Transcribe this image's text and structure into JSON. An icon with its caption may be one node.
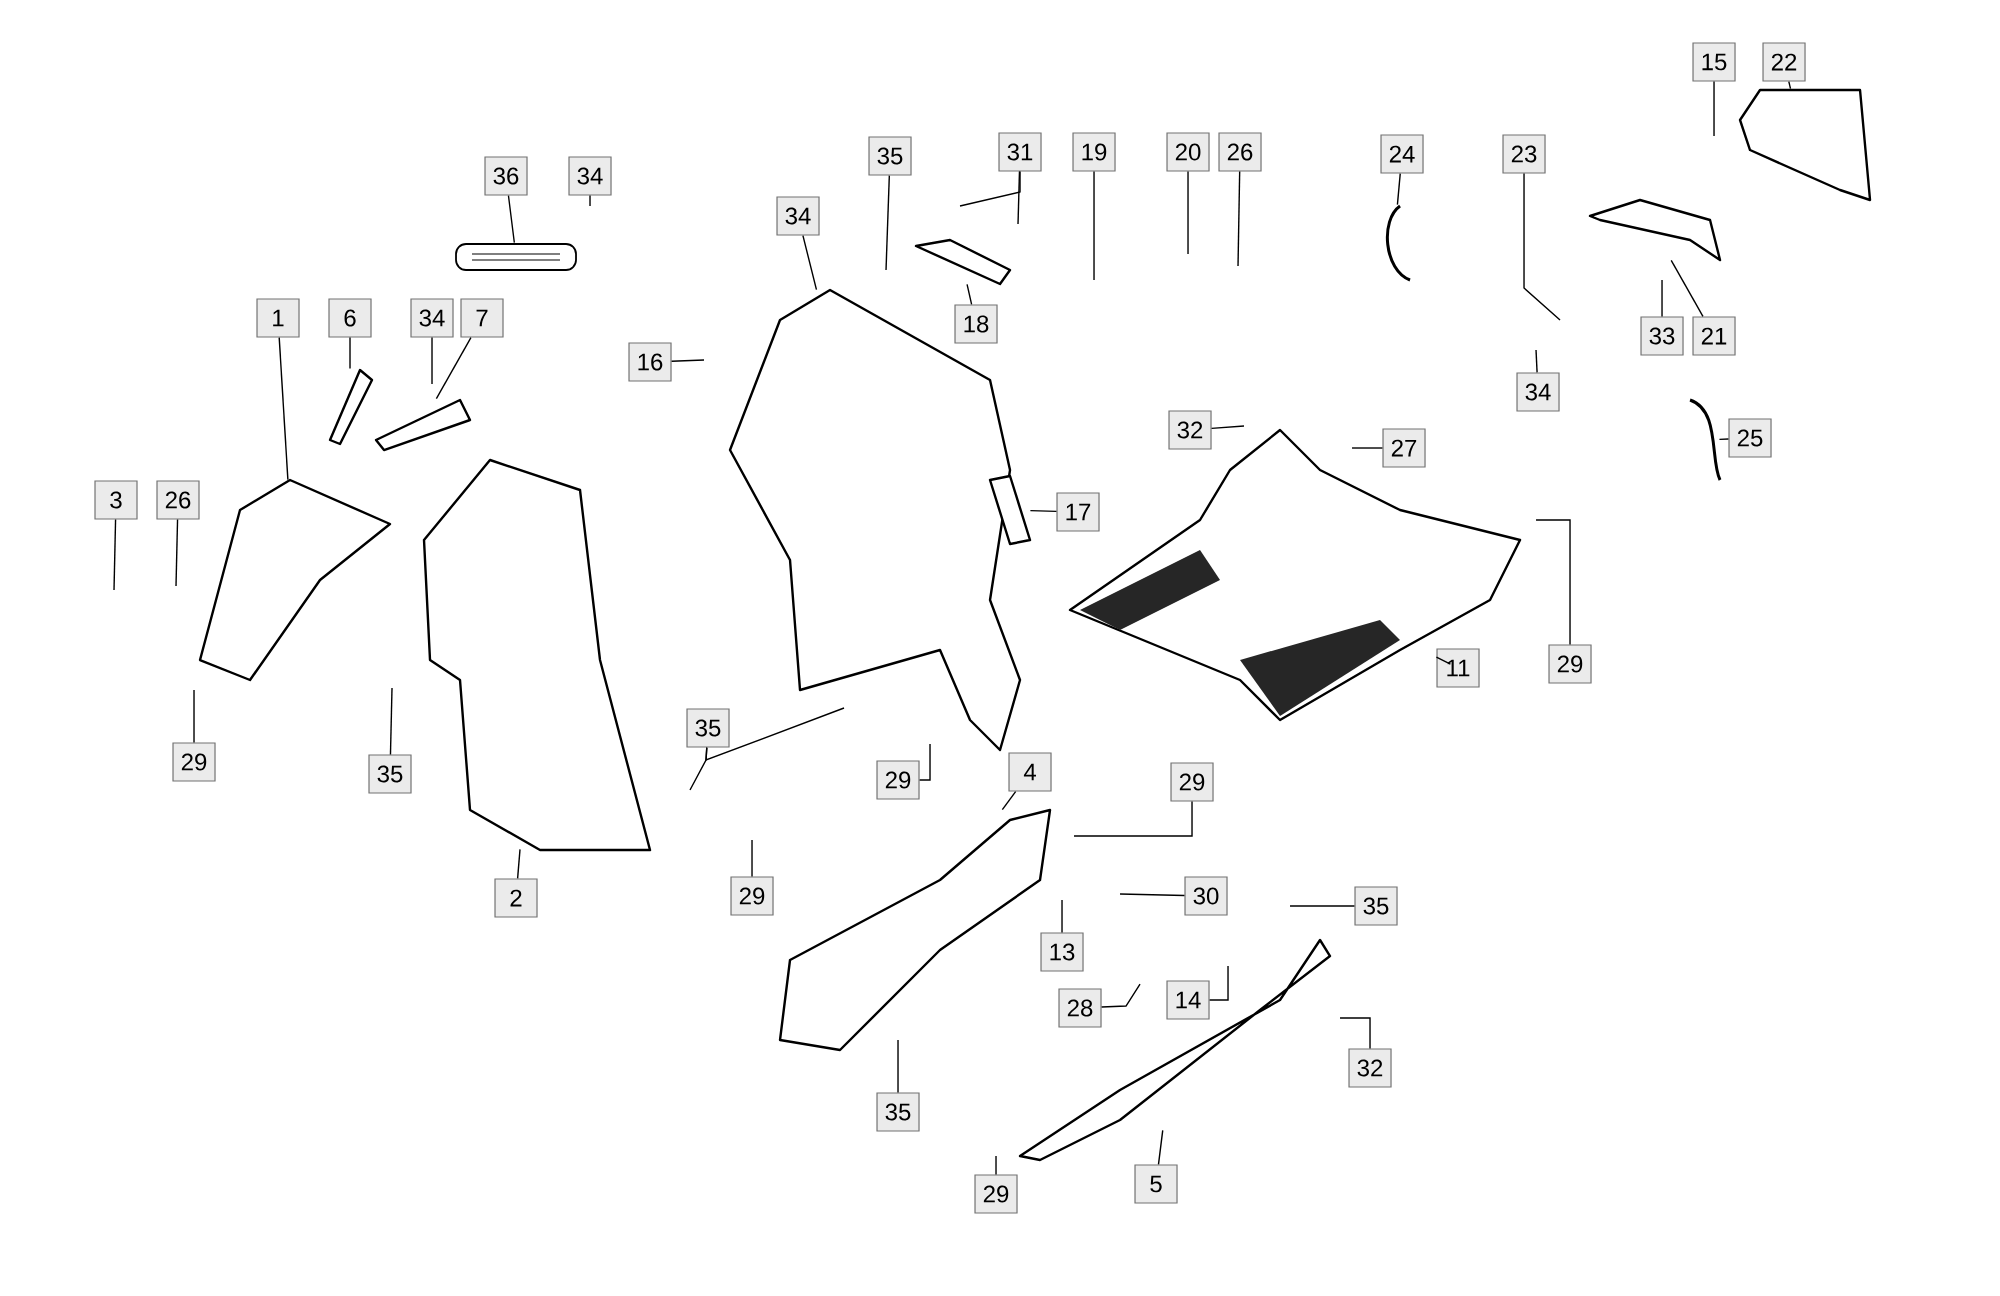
{
  "diagram": {
    "nodes": [
      {
        "text": [
          "36"
        ]
      },
      {
        "text": [
          "34"
        ]
      },
      {
        "text": [
          "1"
        ]
      },
      {
        "text": [
          "6"
        ]
      },
      {
        "text": [
          "34"
        ]
      },
      {
        "text": [
          "7"
        ]
      },
      {
        "text": [
          "16"
        ]
      },
      {
        "text": [
          "3"
        ]
      },
      {
        "text": [
          "26"
        ]
      },
      {
        "text": [
          "29"
        ]
      },
      {
        "text": [
          "35"
        ]
      },
      {
        "text": [
          "2"
        ]
      },
      {
        "text": [
          "35"
        ]
      },
      {
        "text": [
          "34"
        ]
      },
      {
        "text": [
          "31"
        ]
      },
      {
        "text": [
          "19"
        ]
      },
      {
        "text": [
          "20"
        ]
      },
      {
        "text": [
          "26"
        ]
      },
      {
        "text": [
          "18"
        ]
      },
      {
        "text": [
          "17"
        ]
      },
      {
        "text": [
          "32"
        ]
      },
      {
        "text": [
          "27"
        ]
      },
      {
        "text": [
          "11"
        ]
      },
      {
        "text": [
          "29"
        ]
      },
      {
        "text": [
          "24"
        ]
      },
      {
        "text": [
          "23"
        ]
      },
      {
        "text": [
          "15"
        ]
      },
      {
        "text": [
          "22"
        ]
      },
      {
        "text": [
          "33"
        ]
      },
      {
        "text": [
          "21"
        ]
      },
      {
        "text": [
          "34"
        ]
      },
      {
        "text": [
          "25"
        ]
      },
      {
        "text": [
          "35"
        ]
      },
      {
        "text": [
          "29"
        ]
      },
      {
        "text": [
          "4"
        ]
      },
      {
        "text": [
          "29"
        ]
      },
      {
        "text": [
          "30"
        ]
      },
      {
        "text": [
          "29"
        ]
      },
      {
        "text": [
          "13"
        ]
      },
      {
        "text": [
          "35"
        ]
      },
      {
        "text": [
          "28"
        ]
      },
      {
        "text": [
          "14"
        ]
      },
      {
        "text": [
          "32"
        ]
      },
      {
        "text": [
          "35"
        ]
      },
      {
        "text": [
          "29"
        ]
      },
      {
        "text": [
          "5"
        ]
      },
      {
        "text": [],
        "shape": "picture"
      },
      {
        "text": [],
        "shape": "picture"
      },
      {
        "text": [],
        "shape": "picture"
      },
      {
        "text": [],
        "shape": "picture"
      },
      {
        "text": [],
        "shape": "picture"
      },
      {
        "text": [],
        "shape": "picture"
      },
      {
        "text": [],
        "shape": "picture"
      },
      {
        "text": [],
        "shape": "picture"
      },
      {
        "text": [],
        "shape": "picture"
      },
      {
        "text": [],
        "shape": "picture"
      },
      {
        "text": [],
        "shape": "picture"
      },
      {
        "text": [],
        "shape": "picture"
      },
      {
        "text": [],
        "shape": "picture"
      },
      {
        "text": [],
        "shape": "picture"
      },
      {
        "text": [],
        "shape": "picture"
      }
    ],
    "edges": [
      {
        "from": 0,
        "to": 49,
        "arrow": "none"
      },
      {
        "from": 1,
        "to": null,
        "arrow": "none"
      },
      {
        "from": 2,
        "to": 46,
        "arrow": "none"
      },
      {
        "from": 3,
        "to": 47,
        "arrow": "none"
      },
      {
        "from": 4,
        "to": null,
        "arrow": "none"
      },
      {
        "from": 5,
        "to": 48,
        "arrow": "none"
      },
      {
        "from": 6,
        "to": null,
        "arrow": "none"
      },
      {
        "from": 7,
        "to": null,
        "arrow": "none"
      },
      {
        "from": 8,
        "to": null,
        "arrow": "none"
      },
      {
        "from": 9,
        "to": null,
        "arrow": "none"
      },
      {
        "from": 10,
        "to": null,
        "arrow": "none"
      },
      {
        "from": 11,
        "to": 50,
        "arrow": "none"
      },
      {
        "from": 12,
        "to": null,
        "arrow": "none"
      },
      {
        "from": 13,
        "to": 51,
        "arrow": "none"
      },
      {
        "from": 14,
        "to": null,
        "arrow": "none"
      },
      {
        "from": 14,
        "to": null,
        "arrow": "none"
      },
      {
        "from": 15,
        "to": null,
        "arrow": "none"
      },
      {
        "from": 16,
        "to": null,
        "arrow": "none"
      },
      {
        "from": 17,
        "to": null,
        "arrow": "none"
      },
      {
        "from": 18,
        "to": 53,
        "arrow": "none"
      },
      {
        "from": 19,
        "to": 54,
        "arrow": "none"
      },
      {
        "from": 20,
        "to": null,
        "arrow": "none"
      },
      {
        "from": 21,
        "to": null,
        "arrow": "none"
      },
      {
        "from": 22,
        "to": 56,
        "arrow": "none"
      },
      {
        "from": 23,
        "to": null,
        "arrow": "none"
      },
      {
        "from": 24,
        "to": 57,
        "arrow": "none"
      },
      {
        "from": 25,
        "to": null,
        "arrow": "none"
      },
      {
        "from": 26,
        "to": null,
        "arrow": "none"
      },
      {
        "from": 27,
        "to": 60,
        "arrow": "none"
      },
      {
        "from": 28,
        "to": null,
        "arrow": "none"
      },
      {
        "from": 29,
        "to": 58,
        "arrow": "none"
      },
      {
        "from": 30,
        "to": null,
        "arrow": "none"
      },
      {
        "from": 31,
        "to": 59,
        "arrow": "none"
      },
      {
        "from": 32,
        "to": null,
        "arrow": "none"
      },
      {
        "from": 32,
        "to": null,
        "arrow": "none"
      },
      {
        "from": 33,
        "to": null,
        "arrow": "none"
      },
      {
        "from": 34,
        "to": 52,
        "arrow": "none"
      },
      {
        "from": 35,
        "to": null,
        "arrow": "none"
      },
      {
        "from": 36,
        "to": null,
        "arrow": "none"
      },
      {
        "from": 37,
        "to": null,
        "arrow": "none"
      },
      {
        "from": 38,
        "to": null,
        "arrow": "none"
      },
      {
        "from": 39,
        "to": null,
        "arrow": "none"
      },
      {
        "from": 40,
        "to": null,
        "arrow": "none"
      },
      {
        "from": 41,
        "to": null,
        "arrow": "none"
      },
      {
        "from": 42,
        "to": null,
        "arrow": "none"
      },
      {
        "from": 43,
        "to": null,
        "arrow": "none"
      },
      {
        "from": 44,
        "to": null,
        "arrow": "none"
      },
      {
        "from": 45,
        "to": 55,
        "arrow": "none"
      }
    ]
  }
}
